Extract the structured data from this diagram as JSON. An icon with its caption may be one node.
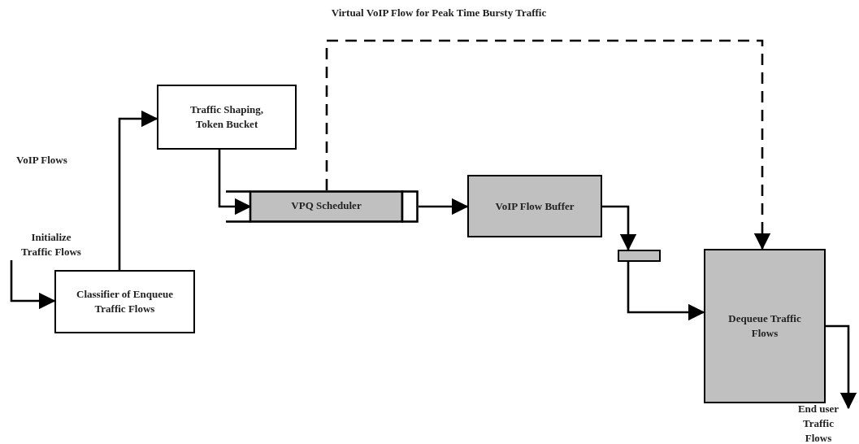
{
  "diagram": {
    "nodes": [
      {
        "text": [
          "Classifier of Enqueue Traffic Flows"
        ]
      },
      {
        "text": [
          "Traffic Shaping, Token Bucket"
        ]
      },
      {
        "text": [
          "VPQ Scheduler"
        ]
      },
      {
        "text": [
          "VoIP Flow Buffer"
        ]
      },
      {
        "text": [],
        "shape": "bar"
      },
      {
        "text": [
          "Dequeue Traffic Flows"
        ]
      },
      {
        "text": [
          "Initialize Traffic Flows"
        ]
      },
      {
        "text": [
          "End user Traffic Flows"
        ]
      }
    ],
    "edges": [
      {
        "from": 6,
        "to": 0,
        "arrow": "to"
      },
      {
        "from": 0,
        "to": 1,
        "arrow": "to"
      },
      {
        "from": 1,
        "to": 2,
        "arrow": "to"
      },
      {
        "from": 2,
        "to": 3,
        "arrow": "to"
      },
      {
        "from": 3,
        "to": 4,
        "arrow": "to"
      },
      {
        "from": 4,
        "to": 5,
        "arrow": "to"
      },
      {
        "from": 2,
        "to": 5,
        "arrow": "to",
        "style": "dashed",
        "label": "Virtual VoIP Flow for Peak Time Bursty Traffic"
      },
      {
        "from": 5,
        "to": 7,
        "arrow": "to"
      }
    ],
    "labels": [
      "VoIP Flows"
    ]
  }
}
